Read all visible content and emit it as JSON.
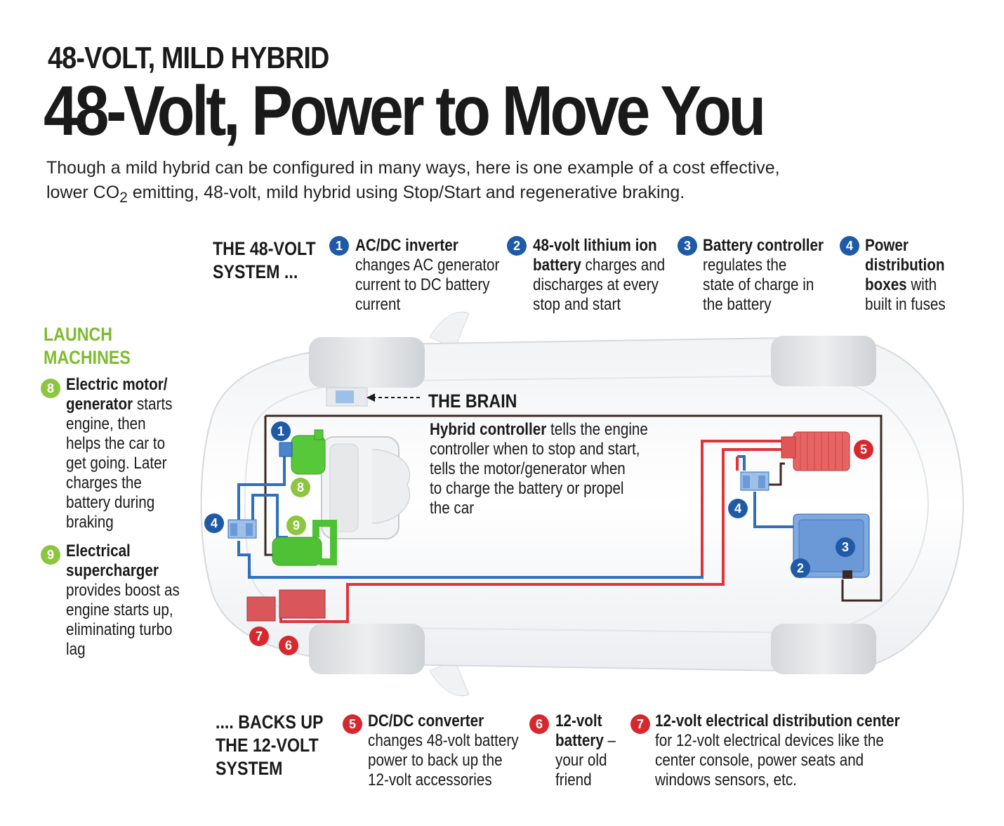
{
  "header": {
    "kicker": "48-VOLT, MILD HYBRID",
    "title": "48-Volt, Power to Move You",
    "intro_line1": "Though a mild hybrid can be configured in many ways, here is one example of a cost effective,",
    "intro_line2_a": "lower CO",
    "intro_line2_sub": "2",
    "intro_line2_b": " emitting, 48-volt, mild hybrid using Stop/Start and regenerative braking."
  },
  "system_48v": {
    "heading_line1": "THE 48-VOLT",
    "heading_line2": "SYSTEM ...",
    "items": [
      {
        "num": "1",
        "bold": "AC/DC inverter",
        "lines": [
          "changes AC generator",
          "current to DC battery",
          "current"
        ]
      },
      {
        "num": "2",
        "bold1": "48-volt lithium ion",
        "bold2": "battery",
        "rest2": " charges and",
        "lines": [
          "discharges at every",
          "stop and start"
        ]
      },
      {
        "num": "3",
        "bold": "Battery controller",
        "lines": [
          "regulates the",
          "state of charge in",
          "the battery"
        ]
      },
      {
        "num": "4",
        "bold1": "Power",
        "bold2": "distribution",
        "bold3": "boxes",
        "rest3": " with",
        "lines": [
          "built in fuses"
        ]
      }
    ]
  },
  "launch": {
    "heading_line1": "LAUNCH",
    "heading_line2": "MACHINES",
    "item8": {
      "num": "8",
      "bold1": "Electric motor/",
      "bold2": "generator",
      "rest2": " starts",
      "lines": [
        "engine, then",
        "helps the car to",
        "get going. Later",
        "charges the",
        "battery during",
        "braking"
      ]
    },
    "item9": {
      "num": "9",
      "bold1": "Electrical",
      "bold2": "supercharger",
      "lines": [
        "provides boost as",
        "engine starts up,",
        "eliminating turbo",
        "lag"
      ]
    }
  },
  "brain": {
    "heading": "THE BRAIN",
    "bold": "Hybrid controller",
    "rest1": " tells the engine",
    "lines": [
      "controller when to stop and start,",
      "tells the motor/generator when",
      "to charge the battery or propel",
      "the car"
    ]
  },
  "system_12v": {
    "heading_line1": ".... BACKS UP",
    "heading_line2": "THE 12-VOLT",
    "heading_line3": "SYSTEM",
    "items": [
      {
        "num": "5",
        "bold": "DC/DC converter",
        "lines": [
          "changes 48-volt battery",
          "power to back up the",
          "12-volt accessories"
        ]
      },
      {
        "num": "6",
        "bold1": "12-volt",
        "bold2": "battery",
        "rest2": " –",
        "lines": [
          "your old",
          "friend"
        ]
      },
      {
        "num": "7",
        "bold": "12-volt electrical distribution center",
        "lines": [
          "for 12-volt electrical devices like the",
          "center console, power seats and",
          "windows sensors, etc."
        ]
      }
    ]
  },
  "markers": {
    "m1": "1",
    "m2": "2",
    "m3": "3",
    "m4a": "4",
    "m4b": "4",
    "m5": "5",
    "m6": "6",
    "m7": "7",
    "m8": "8",
    "m9": "9"
  },
  "colors": {
    "blue": "#1e5aa6",
    "green": "#8cc63f",
    "red": "#d7282f",
    "wire_blue": "#2f6fc0",
    "wire_red": "#e0333a",
    "wire_dark": "#3b2a22"
  }
}
